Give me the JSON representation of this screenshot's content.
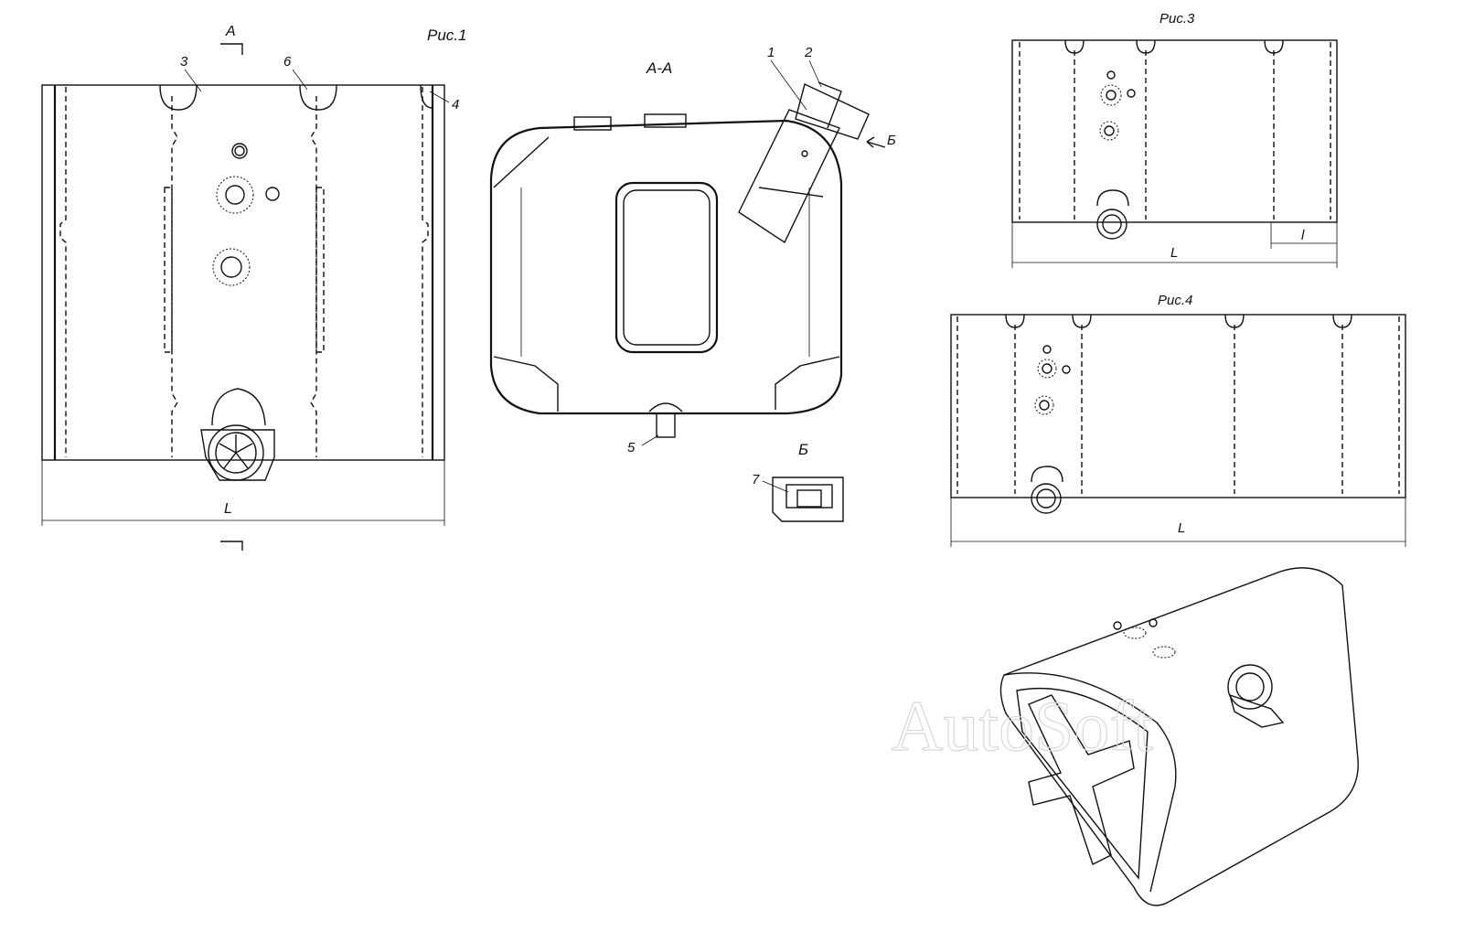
{
  "figures": {
    "fig1": {
      "caption": "Рис.1",
      "section_mark": "А",
      "dimension": "L"
    },
    "fig3": {
      "caption": "Рис.3",
      "dimension_total": "L",
      "dimension_small": "l"
    },
    "fig4": {
      "caption": "Рис.4",
      "dimension": "L"
    },
    "section_aa": {
      "caption": "А-А"
    },
    "detail_b": {
      "caption": "Б",
      "arrow_label": "Б"
    }
  },
  "callouts": [
    "1",
    "2",
    "3",
    "4",
    "5",
    "6",
    "7"
  ],
  "watermark": "AutoSoft"
}
